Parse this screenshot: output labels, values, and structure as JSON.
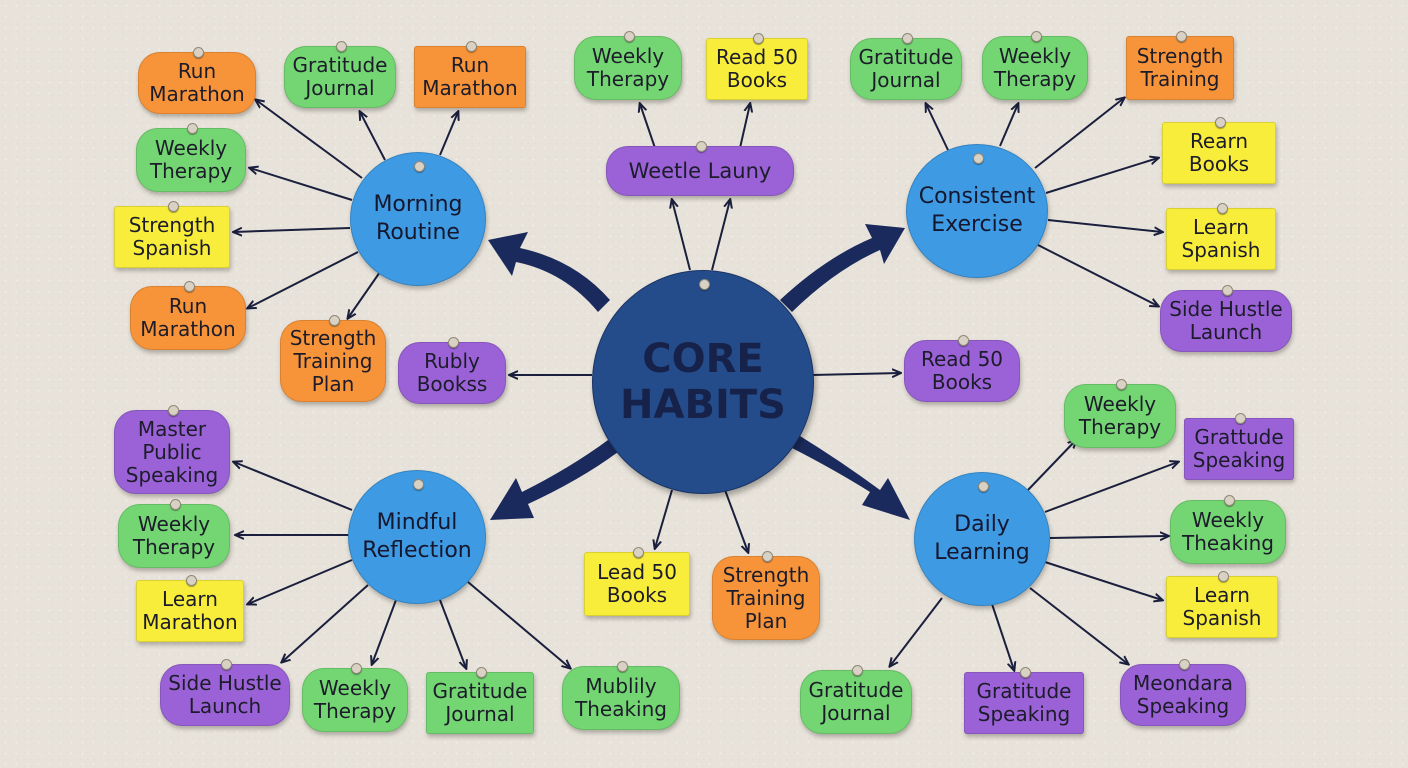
{
  "core": {
    "line1": "CORE",
    "line2": "HABITS"
  },
  "hubs": {
    "morning": {
      "line1": "Morning",
      "line2": "Routine"
    },
    "exercise": {
      "line1": "Consistent",
      "line2": "Exercise"
    },
    "reflection": {
      "line1": "Mindful",
      "line2": "Reflection"
    },
    "learning": {
      "line1": "Daily",
      "line2": "Learning"
    },
    "top": {
      "text": "Weetle Launy"
    }
  },
  "notes": {
    "tl1": {
      "line1": "Run",
      "line2": "Marathon"
    },
    "tl2": {
      "line1": "Gratitude",
      "line2": "Journal"
    },
    "tl3": {
      "line1": "Run",
      "line2": "Marathon"
    },
    "tl4": {
      "line1": "Weekly",
      "line2": "Therapy"
    },
    "tl5": {
      "line1": "Strength",
      "line2": "Spanish"
    },
    "tl6": {
      "line1": "Run",
      "line2": "Marathon"
    },
    "tl7": {
      "line1": "Strength",
      "line2": "Training",
      "line3": "Plan"
    },
    "tc1": {
      "line1": "Weekly",
      "line2": "Therapy"
    },
    "tc2": {
      "line1": "Read 50",
      "line2": "Books"
    },
    "tr1": {
      "line1": "Gratitude",
      "line2": "Journal"
    },
    "tr2": {
      "line1": "Weekly",
      "line2": "Therapy"
    },
    "tr3": {
      "line1": "Strength",
      "line2": "Training"
    },
    "tr4": {
      "line1": "Rearn",
      "line2": "Books"
    },
    "tr5": {
      "line1": "Learn",
      "line2": "Spanish"
    },
    "tr6": {
      "line1": "Side Hustle",
      "line2": "Launch"
    },
    "ml": {
      "line1": "Rubly",
      "line2": "Bookss"
    },
    "mr": {
      "line1": "Read 50",
      "line2": "Books"
    },
    "bl1": {
      "line1": "Master",
      "line2": "Public",
      "line3": "Speaking"
    },
    "bl2": {
      "line1": "Weekly",
      "line2": "Therapy"
    },
    "bl3": {
      "line1": "Learn",
      "line2": "Marathon"
    },
    "bl4": {
      "line1": "Side Hustle",
      "line2": "Launch"
    },
    "bl5": {
      "line1": "Weekly",
      "line2": "Therapy"
    },
    "bl6": {
      "line1": "Gratitude",
      "line2": "Journal"
    },
    "bl7": {
      "line1": "Mublily",
      "line2": "Theaking"
    },
    "bc1": {
      "line1": "Lead 50",
      "line2": "Books"
    },
    "bc2": {
      "line1": "Strength",
      "line2": "Training",
      "line3": "Plan"
    },
    "br1": {
      "line1": "Weekly",
      "line2": "Therapy"
    },
    "br2": {
      "line1": "Grattude",
      "line2": "Speaking"
    },
    "br3": {
      "line1": "Weekly",
      "line2": "Theaking"
    },
    "br4": {
      "line1": "Learn",
      "line2": "Spanish"
    },
    "br5": {
      "line1": "Gratitude",
      "line2": "Journal"
    },
    "br6": {
      "line1": "Gratitude",
      "line2": "Speaking"
    },
    "br7": {
      "line1": "Meondara",
      "line2": "Speaking"
    }
  },
  "colors": {
    "orange": "#f7943a",
    "green": "#74d672",
    "yellow": "#f8ed3a",
    "purple": "#9a62d6",
    "hub": "#3e9be3",
    "core": "#244c8a",
    "ink": "#1a1f3d"
  }
}
